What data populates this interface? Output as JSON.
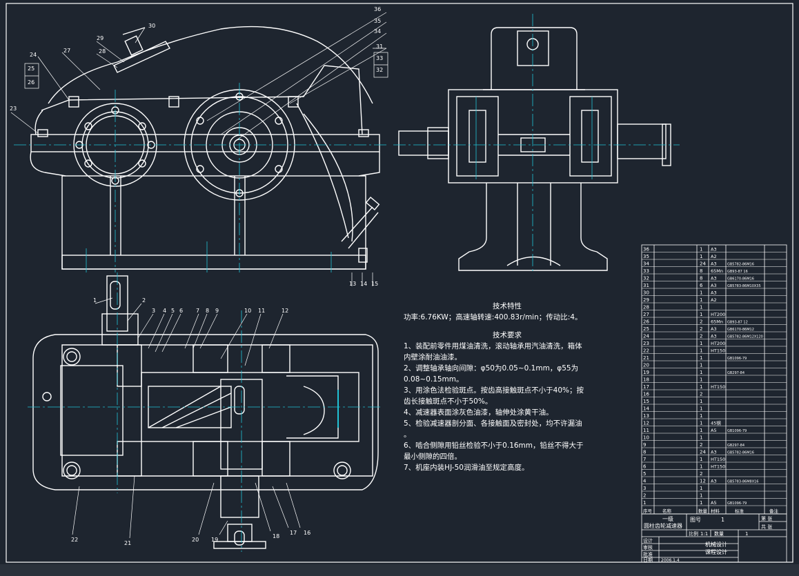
{
  "colors": {
    "background": "#1e252f",
    "line": "#ffffff",
    "center": "#21c3d6",
    "text": "#ffffff"
  },
  "tech_char": {
    "title": "技术特性",
    "body": "功率:6.76KW；高速轴转速:400.83r/min；传动比:4。"
  },
  "tech_req": {
    "title": "技术要求",
    "items": [
      "1、装配前零件用煤油清洗，滚动轴承用汽油清洗，箱体",
      "内壁涂耐油油漆。",
      "2、调整轴承轴向间隙：φ50为0.05~0.1mm，φ55为",
      "0.08~0.15mm。",
      "3、用涂色法检验斑点。按齿高接触斑点不小于40%；按",
      "齿长接触斑点不小于50%。",
      "4、减速器表面涂灰色油漆，轴伸处涂黄干油。",
      "5、检验减速器剖分面、各接触面及密封处，均不许漏油",
      "。",
      "6、啮合侧隙用铅丝检验不小于0.16mm，铅丝不得大于",
      "最小侧隙的四倍。",
      "7、机座内装HJ-50润滑油至规定高度。"
    ]
  },
  "callouts_top": [
    "36",
    "35",
    "34",
    "33",
    "32",
    "31",
    "30",
    "29",
    "28",
    "27",
    "24",
    "25",
    "26",
    "23",
    "13",
    "14",
    "15"
  ],
  "callouts_bottom": [
    "1",
    "2",
    "3",
    "4",
    "5",
    "6",
    "7",
    "8",
    "9",
    "10",
    "11",
    "12",
    "16",
    "17",
    "18",
    "19",
    "20",
    "21",
    "22"
  ],
  "parts_table": {
    "rows": [
      {
        "no": "36",
        "qty": "1",
        "mat": "A3",
        "std": ""
      },
      {
        "no": "35",
        "qty": "1",
        "mat": "A2",
        "std": ""
      },
      {
        "no": "34",
        "qty": "24",
        "mat": "A3",
        "std": "GB5782-86M16"
      },
      {
        "no": "33",
        "qty": "8",
        "mat": "65Mn",
        "std": "GB93-87 16"
      },
      {
        "no": "32",
        "qty": "8",
        "mat": "A3",
        "std": "GB6170-86M16"
      },
      {
        "no": "31",
        "qty": "6",
        "mat": "A3",
        "std": "GB5783-86M10X35"
      },
      {
        "no": "30",
        "qty": "1",
        "mat": "A3",
        "std": ""
      },
      {
        "no": "29",
        "qty": "1",
        "mat": "A2",
        "std": ""
      },
      {
        "no": "28",
        "qty": "1",
        "mat": "",
        "std": ""
      },
      {
        "no": "27",
        "qty": "1",
        "mat": "HT200",
        "std": ""
      },
      {
        "no": "26",
        "qty": "2",
        "mat": "65Mn",
        "std": "GB93-87 12"
      },
      {
        "no": "25",
        "qty": "2",
        "mat": "A3",
        "std": "GB6170-86M12"
      },
      {
        "no": "24",
        "qty": "2",
        "mat": "A3",
        "std": "GB5782-86M12X120"
      },
      {
        "no": "23",
        "qty": "1",
        "mat": "HT200",
        "std": ""
      },
      {
        "no": "22",
        "qty": "1",
        "mat": "HT150",
        "std": ""
      },
      {
        "no": "21",
        "qty": "1",
        "mat": "",
        "std": "GB1096-79"
      },
      {
        "no": "20",
        "qty": "1",
        "mat": "",
        "std": ""
      },
      {
        "no": "19",
        "qty": "1",
        "mat": "",
        "std": "GB297-84"
      },
      {
        "no": "18",
        "qty": "1",
        "mat": "",
        "std": ""
      },
      {
        "no": "17",
        "qty": "1",
        "mat": "HT150",
        "std": ""
      },
      {
        "no": "16",
        "qty": "2",
        "mat": "",
        "std": ""
      },
      {
        "no": "15",
        "qty": "1",
        "mat": "",
        "std": ""
      },
      {
        "no": "14",
        "qty": "1",
        "mat": "",
        "std": ""
      },
      {
        "no": "13",
        "qty": "1",
        "mat": "",
        "std": ""
      },
      {
        "no": "12",
        "qty": "1",
        "mat": "45钢",
        "std": ""
      },
      {
        "no": "11",
        "qty": "1",
        "mat": "A5",
        "std": "GB1096-79"
      },
      {
        "no": "10",
        "qty": "1",
        "mat": "",
        "std": ""
      },
      {
        "no": "9",
        "qty": "2",
        "mat": "",
        "std": "GB297-84"
      },
      {
        "no": "8",
        "qty": "24",
        "mat": "A3",
        "std": "GB5782-86M16"
      },
      {
        "no": "7",
        "qty": "1",
        "mat": "HT150",
        "std": ""
      },
      {
        "no": "6",
        "qty": "1",
        "mat": "HT150",
        "std": ""
      },
      {
        "no": "5",
        "qty": "2",
        "mat": "",
        "std": ""
      },
      {
        "no": "4",
        "qty": "12",
        "mat": "A3",
        "std": "GB5783-86M8X16"
      },
      {
        "no": "3",
        "qty": "1",
        "mat": "",
        "std": ""
      },
      {
        "no": "2",
        "qty": "1",
        "mat": "",
        "std": ""
      },
      {
        "no": "1",
        "qty": "1",
        "mat": "A5",
        "std": "GB1096-79"
      }
    ],
    "header": [
      "序号",
      "名称",
      "数量",
      "材料",
      "标准",
      "备注"
    ]
  },
  "title_block": {
    "name_line1": "一级",
    "name_line2": "圆柱齿轮减速器",
    "drawing_no_label": "图号",
    "drawing_no": "1",
    "scale_label": "比例",
    "scale": "1:1",
    "qty_label": "数量",
    "qty": "1",
    "sheet_total": "共  张",
    "sheet_no": "第  张",
    "design": "设计",
    "check": "审核",
    "approve": "批准",
    "date_label": "日期",
    "date": "2006.1.4",
    "course_1": "机械设计",
    "course_2": "课程设计"
  }
}
